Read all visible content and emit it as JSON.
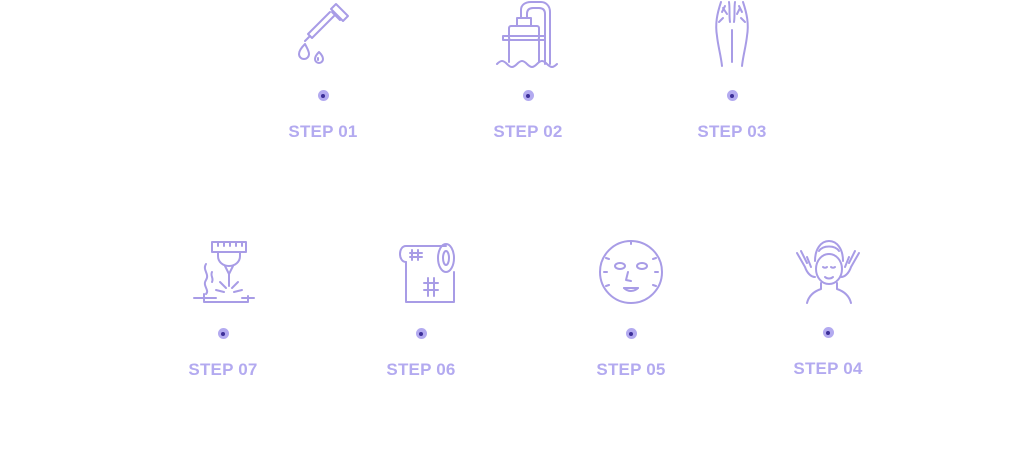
{
  "accent_color": "#b3aaf0",
  "dot_center_color": "#3d2f99",
  "steps": [
    {
      "label": "STEP 01",
      "icon": "dropper-icon"
    },
    {
      "label": "STEP 02",
      "icon": "shower-icon"
    },
    {
      "label": "STEP 03",
      "icon": "legs-icon"
    },
    {
      "label": "STEP 07",
      "icon": "laser-icon"
    },
    {
      "label": "STEP 06",
      "icon": "towel-roll-icon"
    },
    {
      "label": "STEP 05",
      "icon": "face-mask-icon"
    },
    {
      "label": "STEP 04",
      "icon": "facial-massage-icon"
    }
  ]
}
